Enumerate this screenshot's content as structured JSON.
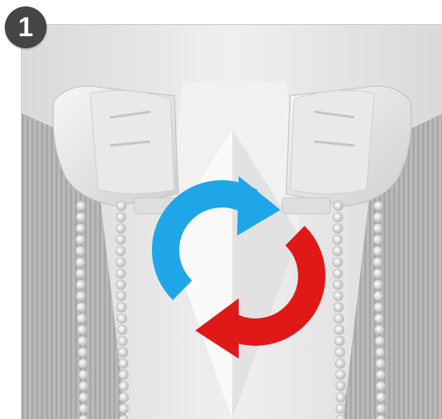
{
  "step": {
    "number": "1"
  },
  "scene": {
    "subject": "roller-blind-corner-brackets-with-bead-chains",
    "arrows": [
      {
        "icon": "rotate-arrow-icon",
        "direction": "clockwise-top",
        "color": "#1ea6e8"
      },
      {
        "icon": "rotate-arrow-icon",
        "direction": "clockwise-bottom",
        "color": "#e01818"
      }
    ]
  }
}
